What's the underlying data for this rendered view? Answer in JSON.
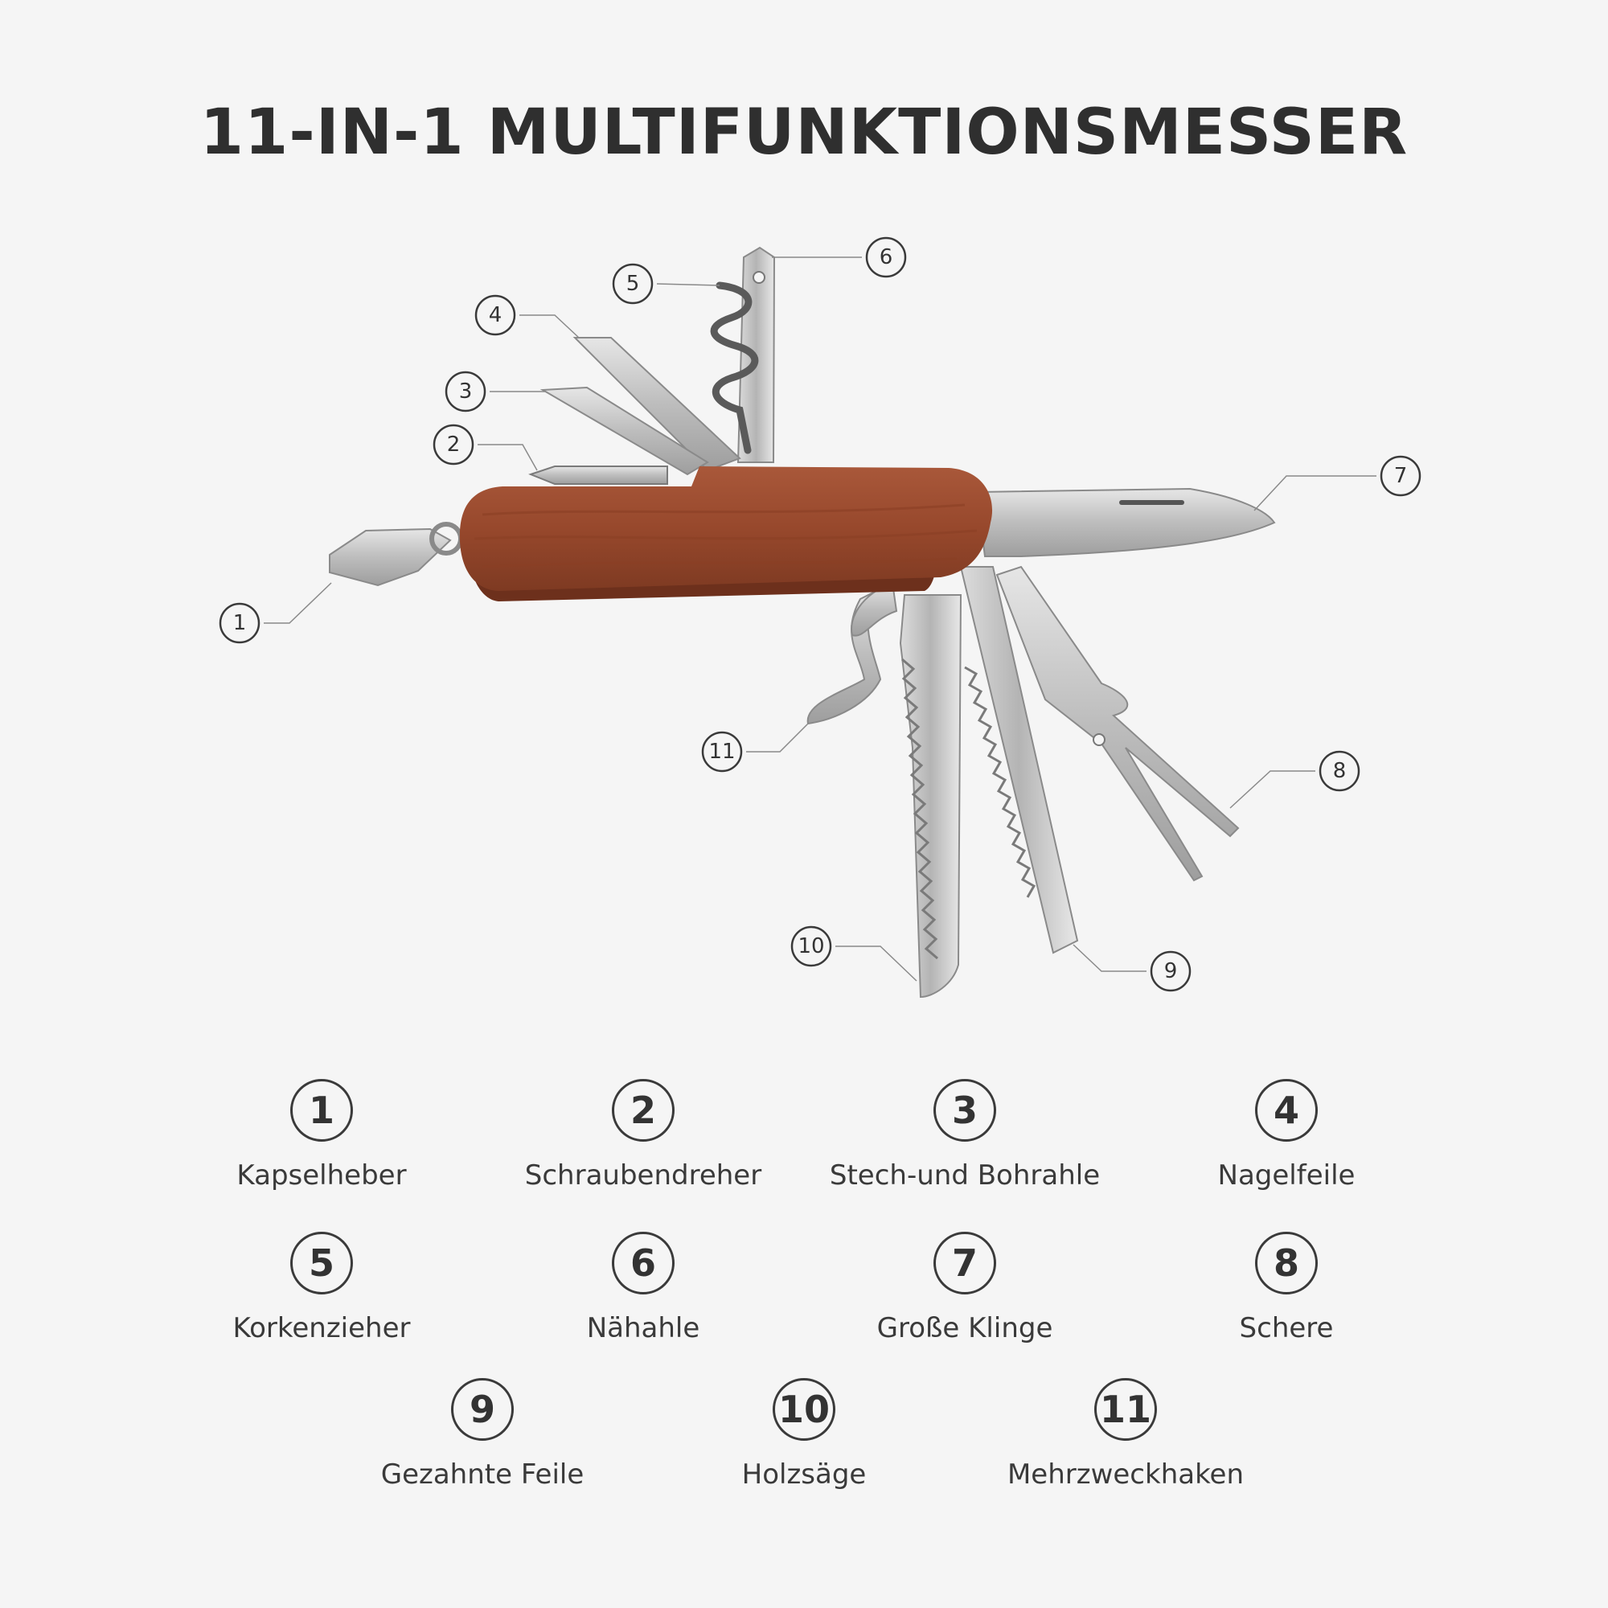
{
  "title": "11-IN-1 MULTIFUNKTIONSMESSER",
  "colors": {
    "background": "#f5f5f5",
    "text": "#333333",
    "wood": "#9a4a2e",
    "steel": "#c9c9c9"
  },
  "callouts": [
    "1",
    "2",
    "3",
    "4",
    "5",
    "6",
    "7",
    "8",
    "9",
    "10",
    "11"
  ],
  "legend": [
    {
      "num": "1",
      "label": "Kapselheber"
    },
    {
      "num": "2",
      "label": "Schraubendreher"
    },
    {
      "num": "3",
      "label": "Stech-und Bohrahle"
    },
    {
      "num": "4",
      "label": "Nagelfeile"
    },
    {
      "num": "5",
      "label": "Korkenzieher"
    },
    {
      "num": "6",
      "label": "Nähahle"
    },
    {
      "num": "7",
      "label": "Große Klinge"
    },
    {
      "num": "8",
      "label": "Schere"
    },
    {
      "num": "9",
      "label": "Gezahnte Feile"
    },
    {
      "num": "10",
      "label": "Holzsäge"
    },
    {
      "num": "11",
      "label": "Mehrzweckhaken"
    }
  ]
}
